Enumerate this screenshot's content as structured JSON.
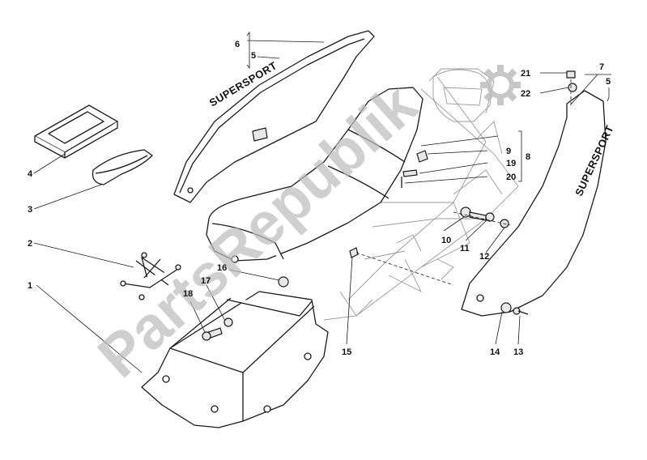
{
  "watermark": {
    "text": "PartsRepublik",
    "icon": "gear-icon"
  },
  "decals": {
    "seat_cover_left": "SUPERSPORT",
    "side_panel_right": "SUPERSPORT"
  },
  "labels": {
    "l1": "1",
    "l2": "2",
    "l3": "3",
    "l4": "4",
    "l5a": "5",
    "l5b": "5",
    "l6": "6",
    "l7": "7",
    "l8": "8",
    "l9": "9",
    "l10": "10",
    "l11": "11",
    "l12": "12",
    "l13": "13",
    "l14": "14",
    "l15": "15",
    "l16": "16",
    "l17": "17",
    "l18": "18",
    "l19": "19",
    "l20": "20",
    "l21": "21",
    "l22": "22"
  }
}
